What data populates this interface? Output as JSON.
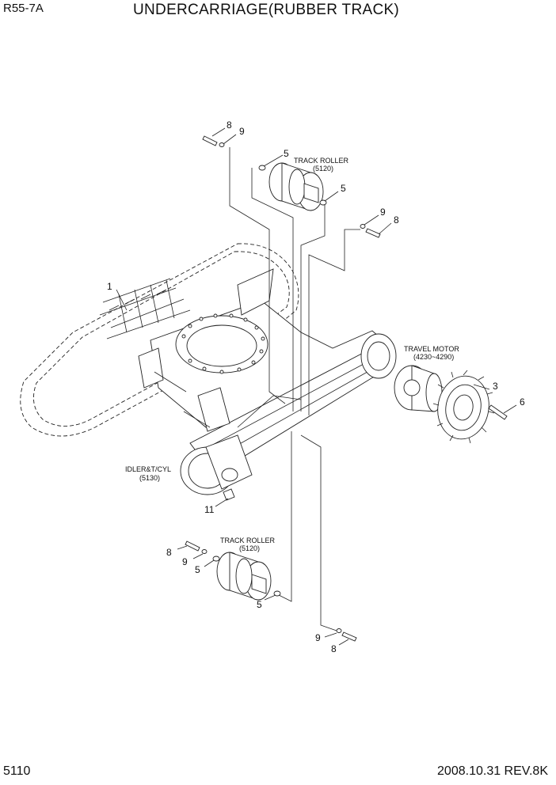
{
  "header": {
    "model": "R55-7A",
    "title": "UNDERCARRIAGE(RUBBER TRACK)"
  },
  "footer": {
    "page": "5110",
    "revision": "2008.10.31 REV.8K"
  },
  "labels": {
    "track_roller_top": {
      "name": "TRACK ROLLER",
      "ref": "(5120)"
    },
    "track_roller_bottom": {
      "name": "TRACK ROLLER",
      "ref": "(5120)"
    },
    "travel_motor": {
      "name": "TRAVEL MOTOR",
      "ref": "(4230~4290)"
    },
    "idler": {
      "name": "IDLER&T/CYL",
      "ref": "(5130)"
    }
  },
  "callouts": {
    "c1": "1",
    "c3": "3",
    "c6": "6",
    "c11": "11",
    "c8a": "8",
    "c9a": "9",
    "c5a": "5",
    "c5b": "5",
    "c9b": "9",
    "c8b": "8",
    "c8c": "8",
    "c9c": "9",
    "c5c": "5",
    "c5d": "5",
    "c9d": "9",
    "c8d": "8"
  }
}
